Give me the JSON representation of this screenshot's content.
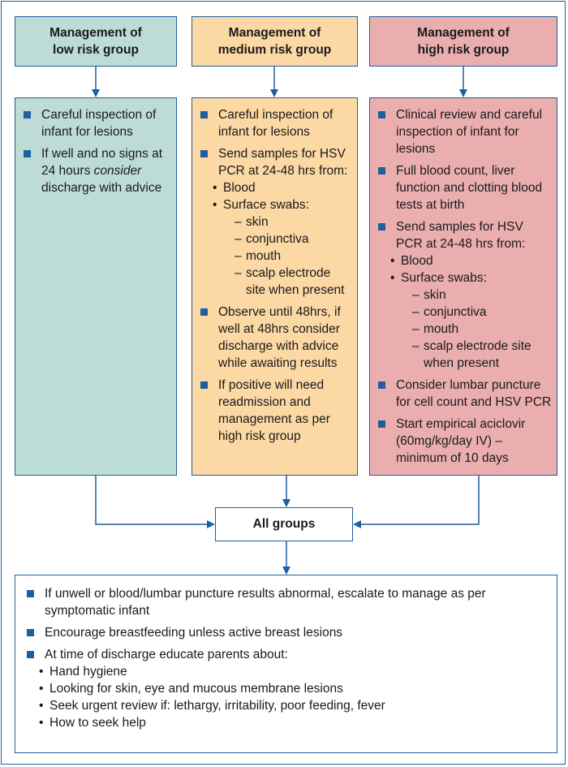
{
  "colors": {
    "accent": "#1f5fa0",
    "low": "#bddcd5",
    "medium": "#fbd8a4",
    "high": "#eaaeae"
  },
  "low": {
    "title_line1": "Management of",
    "title_line2": "low risk group",
    "item1": "Careful inspection of infant for lesions",
    "item2_a": "If well and no signs at 24 hours ",
    "item2_em": "consider",
    "item2_b": " discharge with advice"
  },
  "medium": {
    "title_line1": "Management of",
    "title_line2": "medium risk group",
    "item1": "Careful inspection of infant for lesions",
    "item2": "Send samples for HSV PCR at 24-48 hrs from:",
    "sub_blood": "Blood",
    "sub_swabs": "Surface swabs:",
    "swab_skin": "skin",
    "swab_conj": "conjunctiva",
    "swab_mouth": "mouth",
    "swab_scalp": "scalp electrode site when present",
    "item3": "Observe until 48hrs, if well at 48hrs consider discharge with advice while awaiting results",
    "item4": "If positive will need readmission and management as per high risk group"
  },
  "high": {
    "title_line1": "Management of",
    "title_line2": "high risk group",
    "item1": "Clinical review and careful inspection of infant for lesions",
    "item2": "Full blood count, liver function and clotting blood tests at birth",
    "item3": "Send samples for HSV PCR at 24-48 hrs from:",
    "sub_blood": "Blood",
    "sub_swabs": "Surface swabs:",
    "swab_skin": "skin",
    "swab_conj": "conjunctiva",
    "swab_mouth": "mouth",
    "swab_scalp": "scalp electrode site when present",
    "item4": "Consider lumbar puncture for cell count and HSV PCR",
    "item5": "Start empirical aciclovir (60mg/kg/day IV) – minimum of 10 days"
  },
  "all_groups": {
    "title": "All groups",
    "item1": "If unwell or blood/lumbar puncture results abnormal, escalate to manage as per symptomatic infant",
    "item2": "Encourage breastfeeding unless active breast lesions",
    "item3": "At time of discharge educate parents about:",
    "sub1": "Hand hygiene",
    "sub2": "Looking for skin, eye and mucous membrane lesions",
    "sub3": "Seek urgent review if: lethargy, irritability, poor feeding, fever",
    "sub4": "How to seek help"
  }
}
